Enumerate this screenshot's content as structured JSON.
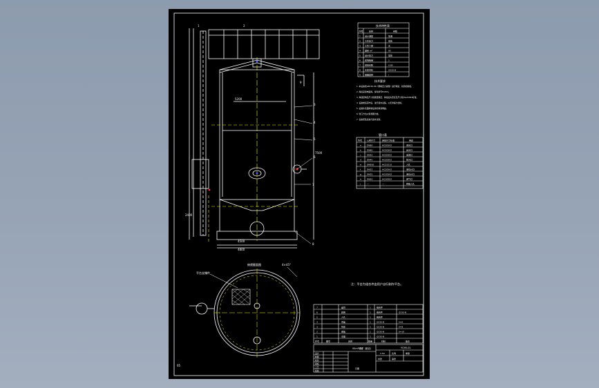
{
  "colors": {
    "background": "#8e9db0",
    "sheet": "#000000",
    "lines": "#ffffff",
    "accent_yellow": "#ffff00",
    "accent_blue": "#3a5cff",
    "accent_red": "#ff3030"
  },
  "sheet": {
    "corner_code": "05",
    "note": "注：平台为组合件由用户自行制作平台。",
    "section_title": "俯视截面图",
    "callout_left": "平台支撑件",
    "callout_top_right": "4×45°",
    "dim_labels": [
      "4500",
      "4800",
      "5200",
      "2400",
      "7500"
    ],
    "part_numbers": [
      "1",
      "2",
      "3",
      "4",
      "5",
      "6",
      "7",
      "8",
      "9"
    ]
  },
  "tech_table": {
    "title": "技术特性表",
    "headers": [
      "序号",
      "名称",
      "参数"
    ],
    "rows": [
      [
        "1",
        "设计温度",
        "常温"
      ],
      [
        "2",
        "工作压力",
        "常压"
      ],
      [
        "3",
        "工作介质",
        "水"
      ],
      [
        "4",
        "容积 m³",
        "95"
      ],
      [
        "5",
        "设计压力",
        "常压"
      ],
      [
        "6",
        "腐蚀裕量",
        "1"
      ],
      [
        "7",
        "焊接系数",
        "0.85"
      ],
      [
        "8",
        "主体材料",
        "Q235-B"
      ],
      [
        "9",
        "容器类别",
        "/"
      ]
    ]
  },
  "tech_requirements": {
    "title": "技术要求",
    "lines": [
      "1. 本设备按GB150-98《钢制压力容器》进行制造、检验和验收。",
      "2. 焊接采用电弧焊，焊条牌号E4303。",
      "3. 焊缝结构及尺寸按图纸规定，焊接接头形式及尺寸按HG20583标准。",
      "4. 设备制造完毕后，进行盛水试漏，以无渗漏为合格。",
      "5. 设备外表面除锈后涂防锈漆两遍。",
      "6. 管口方位以俯视图为准。",
      "7. 设备安装后进行盛水试验。"
    ]
  },
  "nozzle_table": {
    "title": "管口表",
    "headers": [
      "符号",
      "公称尺寸",
      "连接尺寸标准",
      "用途"
    ],
    "rows": [
      [
        "a",
        "DN80",
        "HG20592",
        "进水口"
      ],
      [
        "b",
        "DN80",
        "HG20592",
        "出水口"
      ],
      [
        "c",
        "DN50",
        "HG20592",
        "溢流口"
      ],
      [
        "d",
        "DN40",
        "HG20592",
        "排污口"
      ],
      [
        "e",
        "DN500",
        "HG21515",
        "人孔"
      ],
      [
        "f",
        "DN25",
        "HG20592",
        "液位计口"
      ],
      [
        "g",
        "DN25",
        "HG20592",
        "液位计口"
      ],
      [
        "h",
        "DN50",
        "HG20592",
        "通气口"
      ],
      [
        "i",
        "—",
        "—",
        "预留人孔"
      ]
    ]
  },
  "bom_table": {
    "headers": [
      "件号",
      "图号",
      "名称",
      "数量",
      "材料",
      "备注"
    ],
    "rows": [
      [
        "7",
        "",
        "盘管",
        "1",
        "组合件",
        ""
      ],
      [
        "6",
        "",
        "爬梯",
        "1",
        "组合件",
        "Q235-B"
      ],
      [
        "5",
        "",
        "人孔",
        "1",
        "组合件",
        ""
      ],
      [
        "4",
        "",
        "顶盖",
        "1",
        "Q235-B",
        "δ=6"
      ],
      [
        "3",
        "",
        "筒体",
        "1",
        "Q235-B",
        "δ=8"
      ],
      [
        "2",
        "",
        "底板",
        "1",
        "Q235-B",
        "δ=10"
      ],
      [
        "1",
        "",
        "支座",
        "1",
        "Q235-B",
        ""
      ]
    ]
  },
  "title_block": {
    "project": "95m³储罐（组合）",
    "drawing_no": "YG95-01",
    "scale": "1:50",
    "labels": [
      "设计",
      "制图",
      "校对",
      "审核",
      "工艺",
      "批准"
    ],
    "values": [
      "比例",
      "重量",
      "共张",
      "第张"
    ],
    "footer": "日期"
  }
}
